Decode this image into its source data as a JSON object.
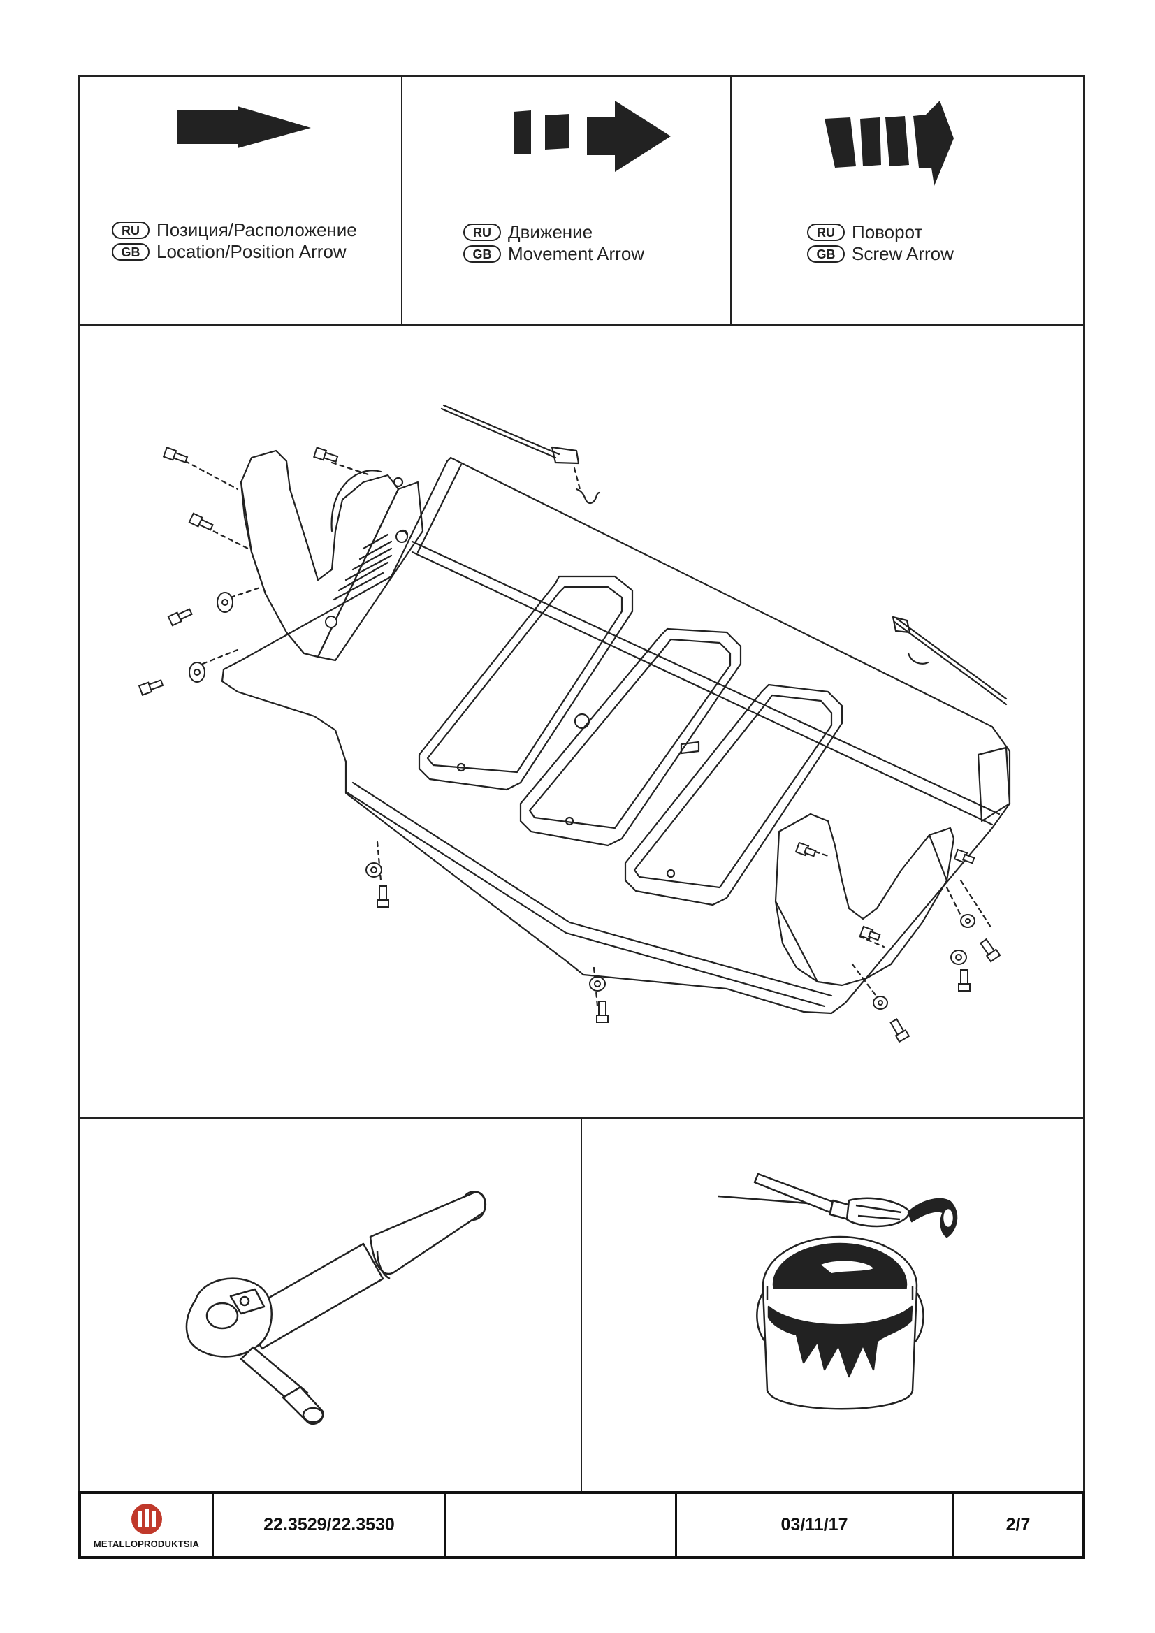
{
  "legend": [
    {
      "ru_code": "RU",
      "ru_text": "Позиция/Расположение",
      "gb_code": "GB",
      "gb_text": "Location/Position Arrow",
      "icon": "location-arrow-icon"
    },
    {
      "ru_code": "RU",
      "ru_text": "Движение",
      "gb_code": "GB",
      "gb_text": "Movement Arrow",
      "icon": "movement-arrow-icon"
    },
    {
      "ru_code": "RU",
      "ru_text": "Поворот",
      "gb_code": "GB",
      "gb_text": "Screw Arrow",
      "icon": "screw-arrow-icon"
    }
  ],
  "illustrations": {
    "main": "skid-plate-exploded-assembly",
    "tool": "ratchet-wrench-icon",
    "coating": "paint-can-brush-icon"
  },
  "footer": {
    "logo_text": "METALLOPRODUKTSIA",
    "logo_color": "#c0392b",
    "part_number": "22.3529/22.3530",
    "blank": "",
    "date": "03/11/17",
    "page": "2/7"
  }
}
